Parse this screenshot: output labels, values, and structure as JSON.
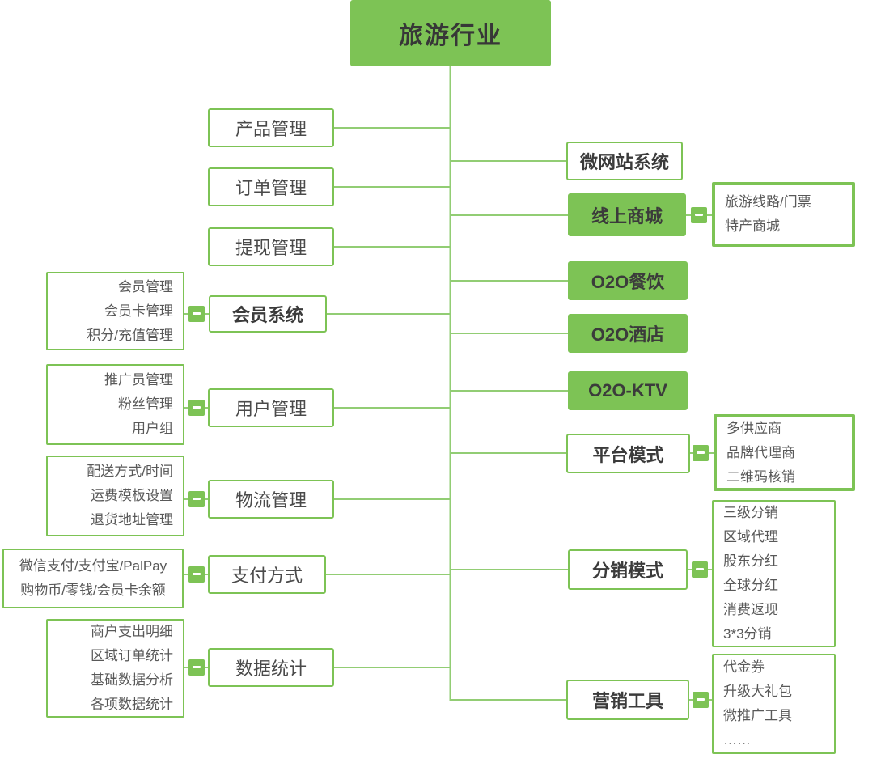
{
  "title": "旅游行业",
  "colors": {
    "green": "#7dc355",
    "line": "#92cd74",
    "title_text": "#373737",
    "node_text": "#4a4a4a",
    "bold_text": "#3b3b3b",
    "sub_text": "#595959"
  },
  "toggle_glyph": "−",
  "left": {
    "nodes": [
      {
        "label": "产品管理"
      },
      {
        "label": "订单管理"
      },
      {
        "label": "提现管理"
      },
      {
        "label": "会员系统",
        "children": [
          "会员管理",
          "会员卡管理",
          "积分/充值管理"
        ]
      },
      {
        "label": "用户管理",
        "children": [
          "推广员管理",
          "粉丝管理",
          "用户组"
        ]
      },
      {
        "label": "物流管理",
        "children": [
          "配送方式/时间",
          "运费模板设置",
          "退货地址管理"
        ]
      },
      {
        "label": "支付方式",
        "children": [
          "微信支付/支付宝/PalPay",
          "购物币/零钱/会员卡余额"
        ]
      },
      {
        "label": "数据统计",
        "children": [
          "商户支出明细",
          "区域订单统计",
          "基础数据分析",
          "各项数据统计"
        ]
      }
    ]
  },
  "right": {
    "nodes": [
      {
        "label": "微网站系统"
      },
      {
        "label": "线上商城",
        "children": [
          "旅游线路/门票",
          "特产商城"
        ]
      },
      {
        "label": "O2O餐饮"
      },
      {
        "label": "O2O酒店"
      },
      {
        "label": "O2O-KTV"
      },
      {
        "label": "平台模式",
        "children": [
          "多供应商",
          "品牌代理商",
          "二维码核销"
        ]
      },
      {
        "label": "分销模式",
        "children": [
          "三级分销",
          "区域代理",
          "股东分红",
          "全球分红",
          "消费返现",
          "3*3分销"
        ]
      },
      {
        "label": "营销工具",
        "children": [
          "代金券",
          "升级大礼包",
          "微推广工具",
          "……"
        ]
      }
    ]
  }
}
